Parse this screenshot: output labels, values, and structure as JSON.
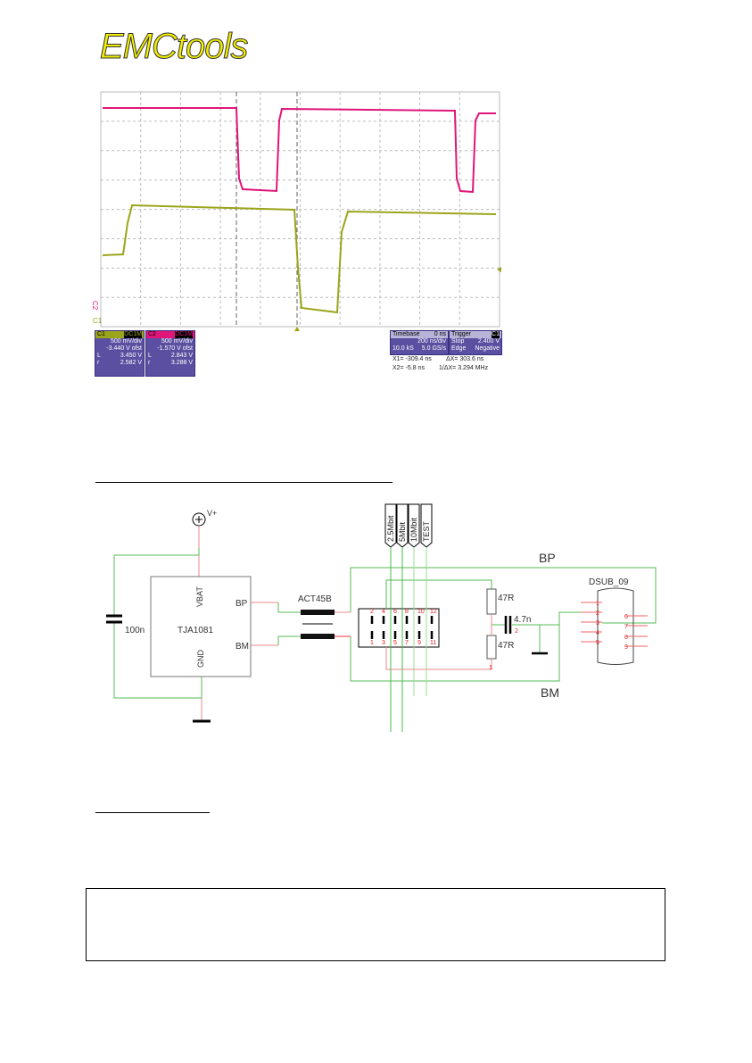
{
  "logo": "EMCtools",
  "scope": {
    "ch1": {
      "name": "C1",
      "coupling": "DC1M",
      "scale": "500 mV/div",
      "offset": "-3.440 V ofst",
      "l_label": "L",
      "l_value": "3.450 V",
      "r_label": "r",
      "r_value": "2.582 V",
      "color": "#9aa51a"
    },
    "ch2": {
      "name": "C2",
      "coupling": "DC1M",
      "scale": "500 mV/div",
      "offset": "-1.570 V ofst",
      "l_label": "L",
      "l_value": "2.843 V",
      "r_label": "r",
      "r_value": "3.288 V",
      "color": "#e0157a"
    },
    "timebase": {
      "title": "Timebase",
      "delay": "0 ns",
      "scale": "200 ns/div",
      "samples": "10.0 kS",
      "rate": "5.0 GS/s"
    },
    "trigger": {
      "title": "Trigger",
      "source": "C1",
      "mode": "Stop",
      "level": "2.400 V",
      "type": "Edge",
      "slope": "Negative"
    },
    "cursors": {
      "x1": "X1= -309.4 ns",
      "x2": "X2= -5.8 ns",
      "dx": "ΔX= 303.6 ns",
      "inv_dx": "1/ΔX= 3.294 MHz"
    },
    "markers": {
      "c2": "C2",
      "c1": "C1"
    }
  },
  "schematic": {
    "vplus": "V+",
    "cap": "100n",
    "ic": "TJA1081",
    "vbat": "VBAT",
    "gnd": "GND",
    "bp_pin": "BP",
    "bm_pin": "BM",
    "choke": "ACT45B",
    "bp_net": "BP",
    "bm_net": "BM",
    "flags": [
      "2.5Mbit",
      "5Mbit",
      "10Mbit",
      "TEST"
    ],
    "pins_top": [
      "2",
      "4",
      "6",
      "8",
      "10",
      "12"
    ],
    "pins_bottom": [
      "1",
      "3",
      "5",
      "7",
      "9",
      "11"
    ],
    "r1": "47R",
    "r2": "47R",
    "c2": "4.7n",
    "c2_pin": "2",
    "r2_pin": "1",
    "dsub": "DSUB_09",
    "dsub_left": [
      "1",
      "2",
      "3",
      "4",
      "5"
    ],
    "dsub_right": [
      "6",
      "7",
      "8",
      "9"
    ]
  }
}
